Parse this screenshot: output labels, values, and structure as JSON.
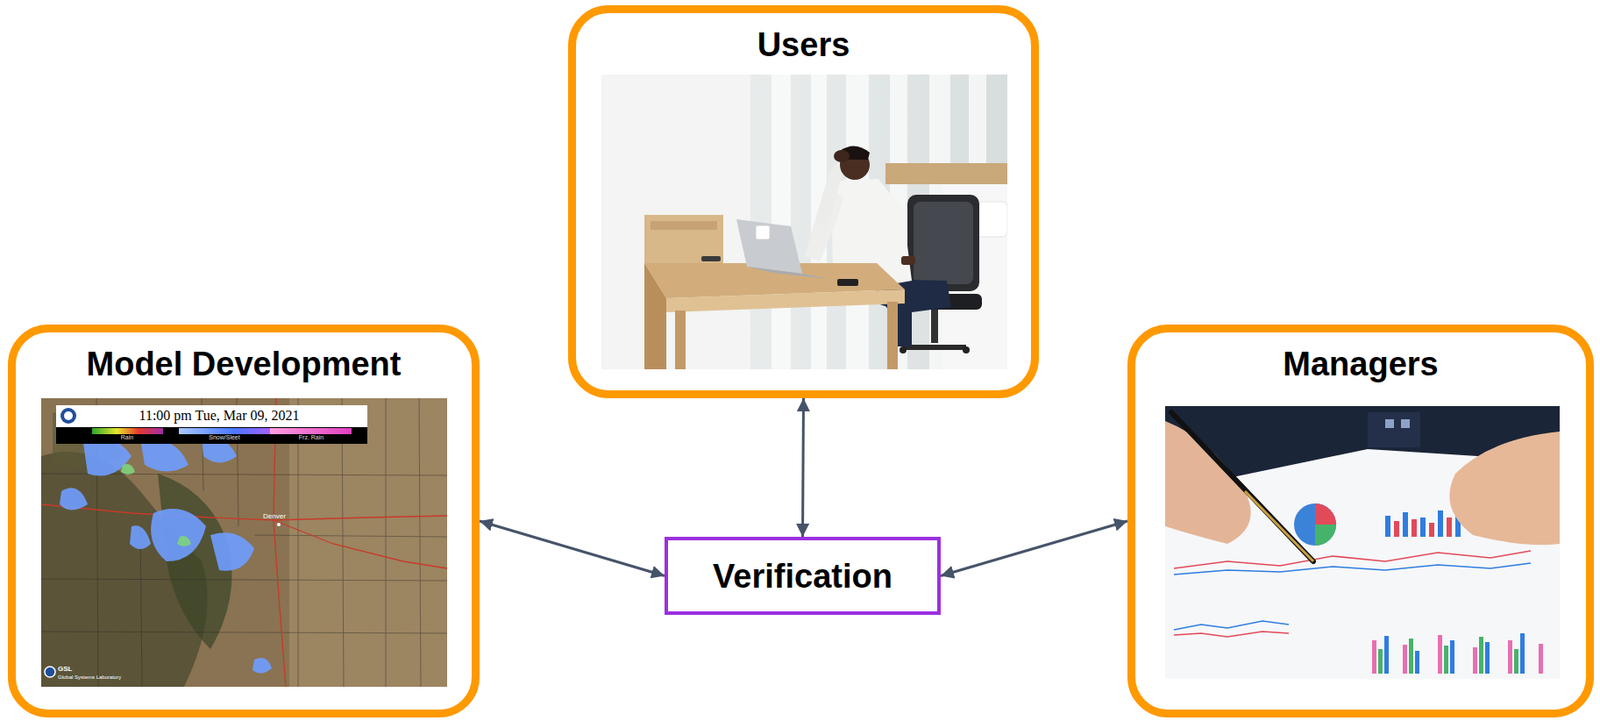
{
  "diagram": {
    "nodes": [
      {
        "text": [
          "Users"
        ]
      },
      {
        "text": [
          "Model Development"
        ]
      },
      {
        "text": [
          "Managers"
        ]
      },
      {
        "text": [
          "Verification"
        ]
      }
    ],
    "edges": [
      {
        "from": 3,
        "to": 0,
        "arrow": "both"
      },
      {
        "from": 3,
        "to": 1,
        "arrow": "both"
      },
      {
        "from": 3,
        "to": 2,
        "arrow": "both"
      }
    ],
    "labels": [
      "11:00 pm Tue, Mar 09, 2021",
      "Rain",
      "Snow/Sleet",
      "Frz. Rain",
      "Denver",
      "GSL",
      "Global Systems Laboratory"
    ]
  }
}
